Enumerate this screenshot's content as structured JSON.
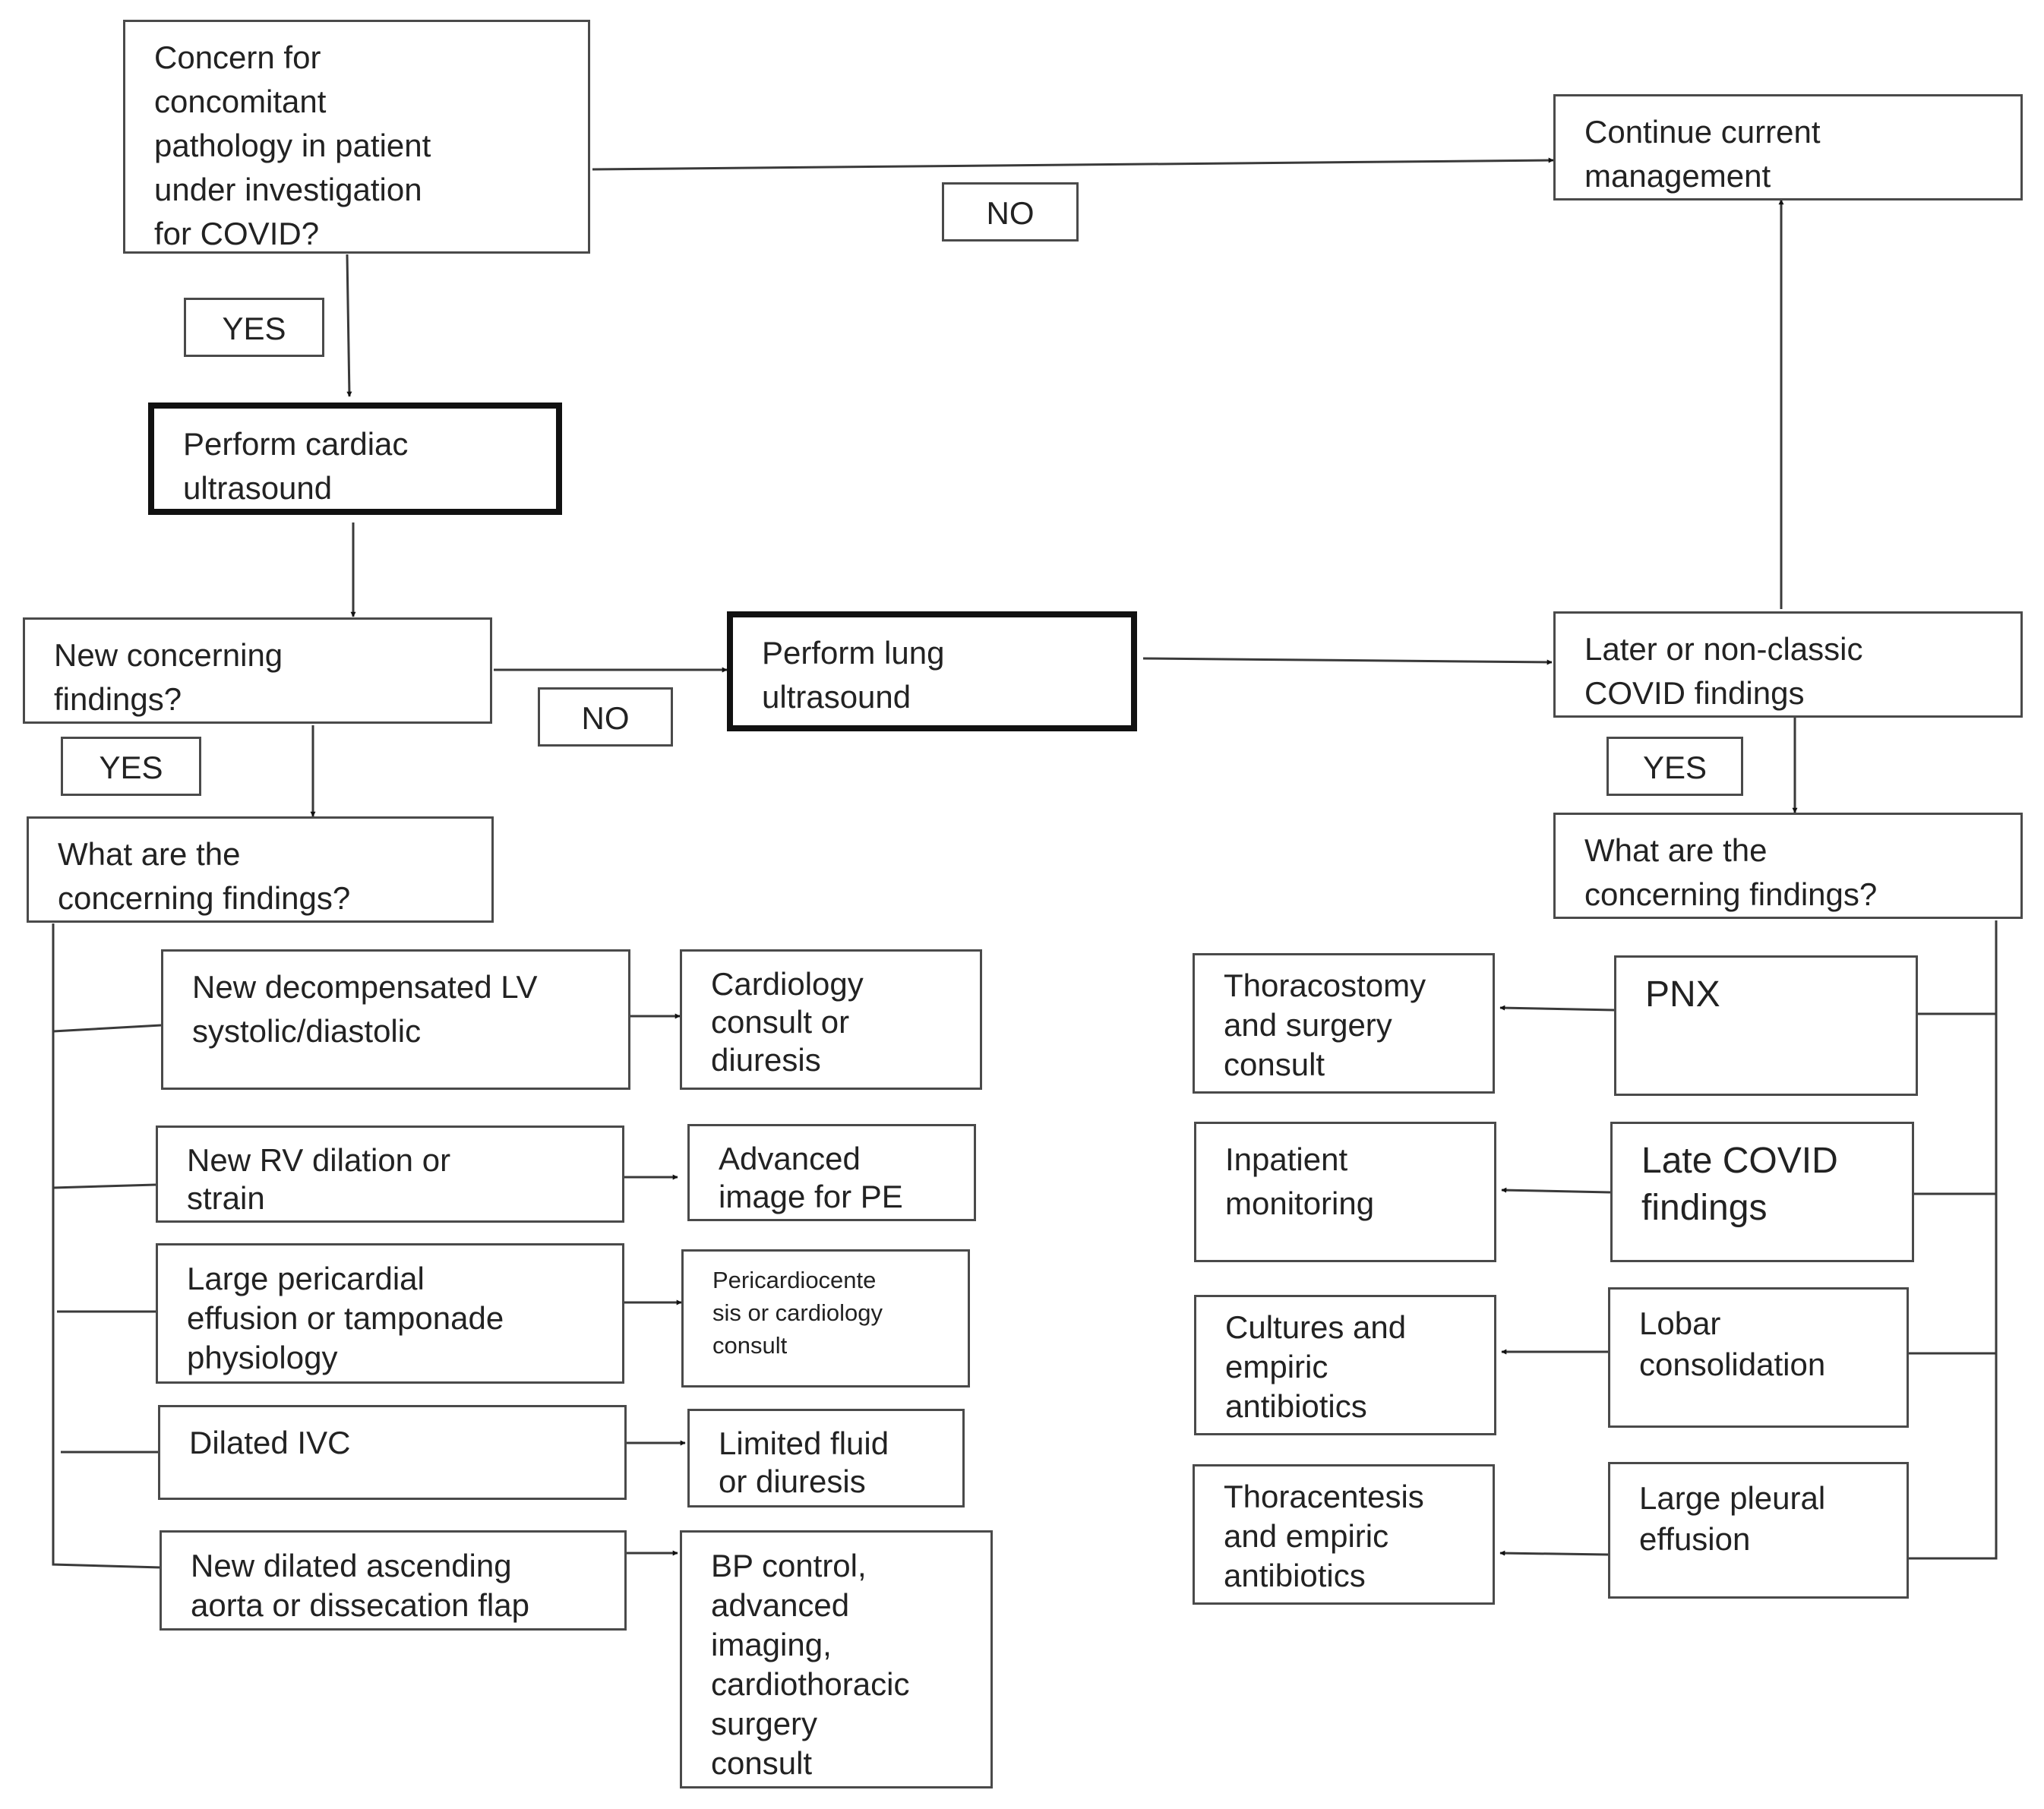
{
  "nodes": {
    "concern": "Concern for\nconcomitant\npathology in patient\nunder investigation\nfor COVID?",
    "continue": "Continue current\nmanagement",
    "cardiac": "Perform cardiac\nultrasound",
    "new_findings": "New concerning\nfindings?",
    "lung": "Perform lung\nultrasound",
    "later_covid": "Later or non-classic\nCOVID findings",
    "what_left": "What are the\nconcerning findings?",
    "what_right": "What are the\nconcerning findings?",
    "lv": "New decompensated LV\nsystolic/diastolic",
    "cardiology": "Cardiology\nconsult or\ndiuresis",
    "rv": "New RV dilation or\nstrain",
    "pe": "Advanced\nimage for PE",
    "pericardial": "Large pericardial\neffusion or tamponade\nphysiology",
    "pericardiocentesis": "Pericardiocente\nsis or cardiology\nconsult",
    "ivc": "Dilated IVC",
    "fluid": "Limited fluid\nor diuresis",
    "aorta": "New dilated ascending\naorta or dissecation flap",
    "bp": "BP control,\nadvanced\nimaging,\ncardiothoracic\nsurgery\nconsult",
    "pnx": "PNX",
    "thoracostomy": "Thoracostomy\nand surgery\nconsult",
    "late_covid": "Late COVID\nfindings",
    "inpatient": "Inpatient\nmonitoring",
    "lobar": "Lobar\nconsolidation",
    "cultures": "Cultures and\nempiric\nantibiotics",
    "pleural": "Large pleural\neffusion",
    "thoracentesis": "Thoracentesis\nand empiric\nantibiotics"
  },
  "labels": {
    "no_top": "NO",
    "yes_top": "YES",
    "no_mid": "NO",
    "yes_left": "YES",
    "yes_right": "YES"
  },
  "colors": {
    "line": "#3a3a3a",
    "border": "#4a4a4a",
    "thick_border": "#111111",
    "text": "#222222"
  }
}
